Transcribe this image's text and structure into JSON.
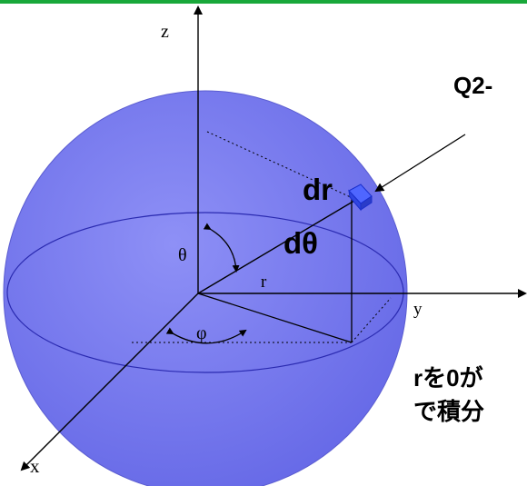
{
  "colors": {
    "top_bar": "#19a83a",
    "sphere_fill": "#7a7cf0",
    "sphere_stroke": "#5555cc",
    "volume_element": "#3355ff",
    "ink": "#000000"
  },
  "labels": {
    "axis_z": "z",
    "axis_y": "y",
    "axis_x": "x",
    "theta": "θ",
    "phi": "φ",
    "radius": "r",
    "dr": "dr",
    "dtheta": "dθ"
  },
  "annotations": {
    "question": "Q2-",
    "note_line1": "rを0が",
    "note_line2": "で積分"
  }
}
